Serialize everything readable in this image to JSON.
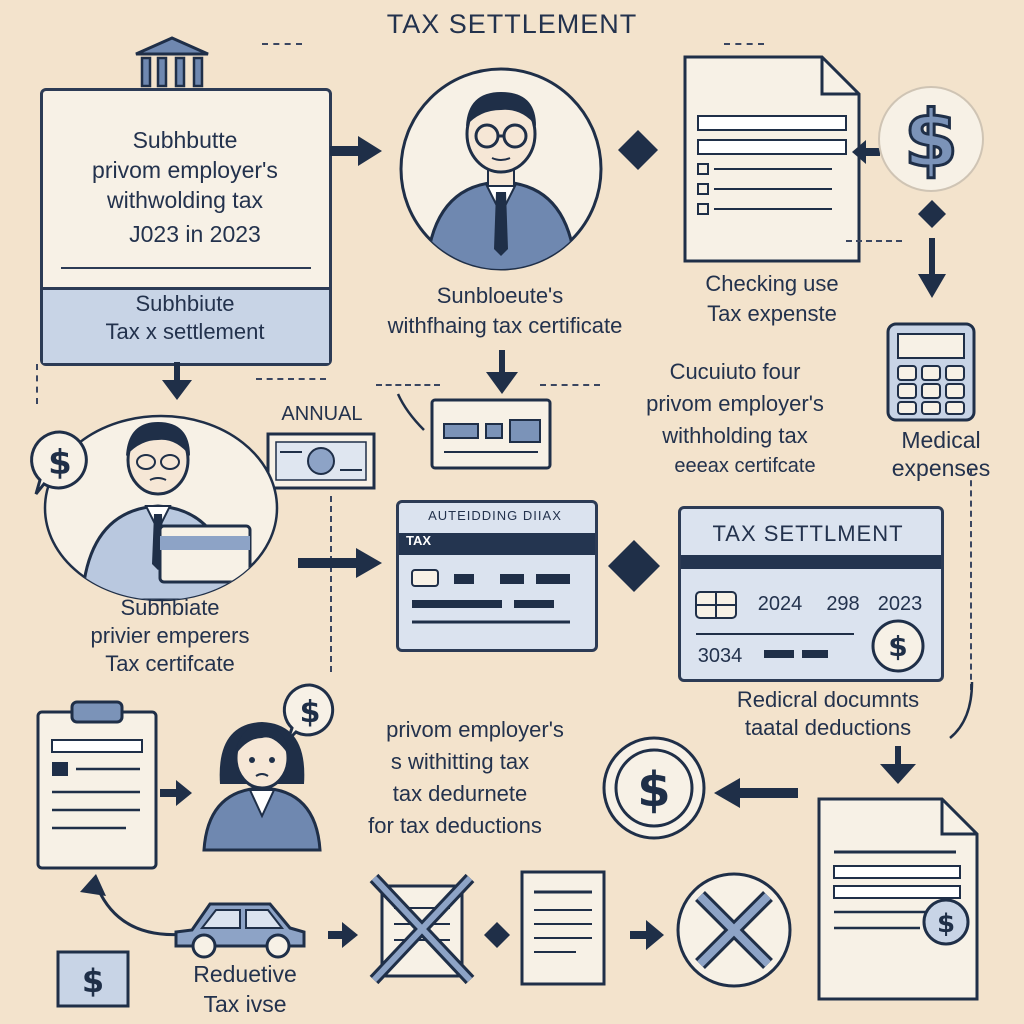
{
  "title": "TAX SETTLEMENT",
  "colors": {
    "background": "#f3e3cc",
    "ink": "#23324d",
    "accent": "#7b93b8",
    "light": "#c8d4e6"
  },
  "top_left_card": {
    "line1": "Subhbutte",
    "line2": "privom employer's",
    "line3": "withwolding tax",
    "line4": "J023 in 2023",
    "footer1": "Subhbiute",
    "footer2": "Tax x settlement"
  },
  "person_top_caption": {
    "line1": "Sunbloeute's",
    "line2": "withfhaing tax certificate"
  },
  "doc_top_caption": {
    "line1": "Checking use",
    "line2": "Tax expenste"
  },
  "middle_right_text": {
    "line1": "Cucuiuto four",
    "line2": "privom employer's",
    "line3": "withholding tax",
    "line4": "eeeax certifcate"
  },
  "medical_caption": {
    "line1": "Medical",
    "line2": "expenses"
  },
  "annual_label": "ANNUAL",
  "person_mid_caption": {
    "line1": "Subhbiate",
    "line2": "privier emperers",
    "line3": "Tax   certifcate"
  },
  "card_mid": {
    "header": "AUTEIDDING DIIAX",
    "band": "TAX"
  },
  "settlement_card": {
    "title": "TAX SETTLMENT",
    "row1": [
      "2024",
      "298",
      "2023"
    ],
    "row2": "3034"
  },
  "settlement_caption": {
    "line1": "Redicral documnts",
    "line2": "taatal deductions"
  },
  "woman_text": {
    "line1": "privom employer's",
    "line2": "s withitting tax",
    "line3": "tax dedurnete",
    "line4": "for tax deductions"
  },
  "bottom_caption": {
    "line1": "Reduetive",
    "line2": "Tax ivse"
  },
  "icons": [
    "bank-icon",
    "person-icon",
    "document-icon",
    "dollar-icon",
    "calculator-icon",
    "card-icon",
    "clipboard-icon",
    "car-icon",
    "cross-icon"
  ]
}
